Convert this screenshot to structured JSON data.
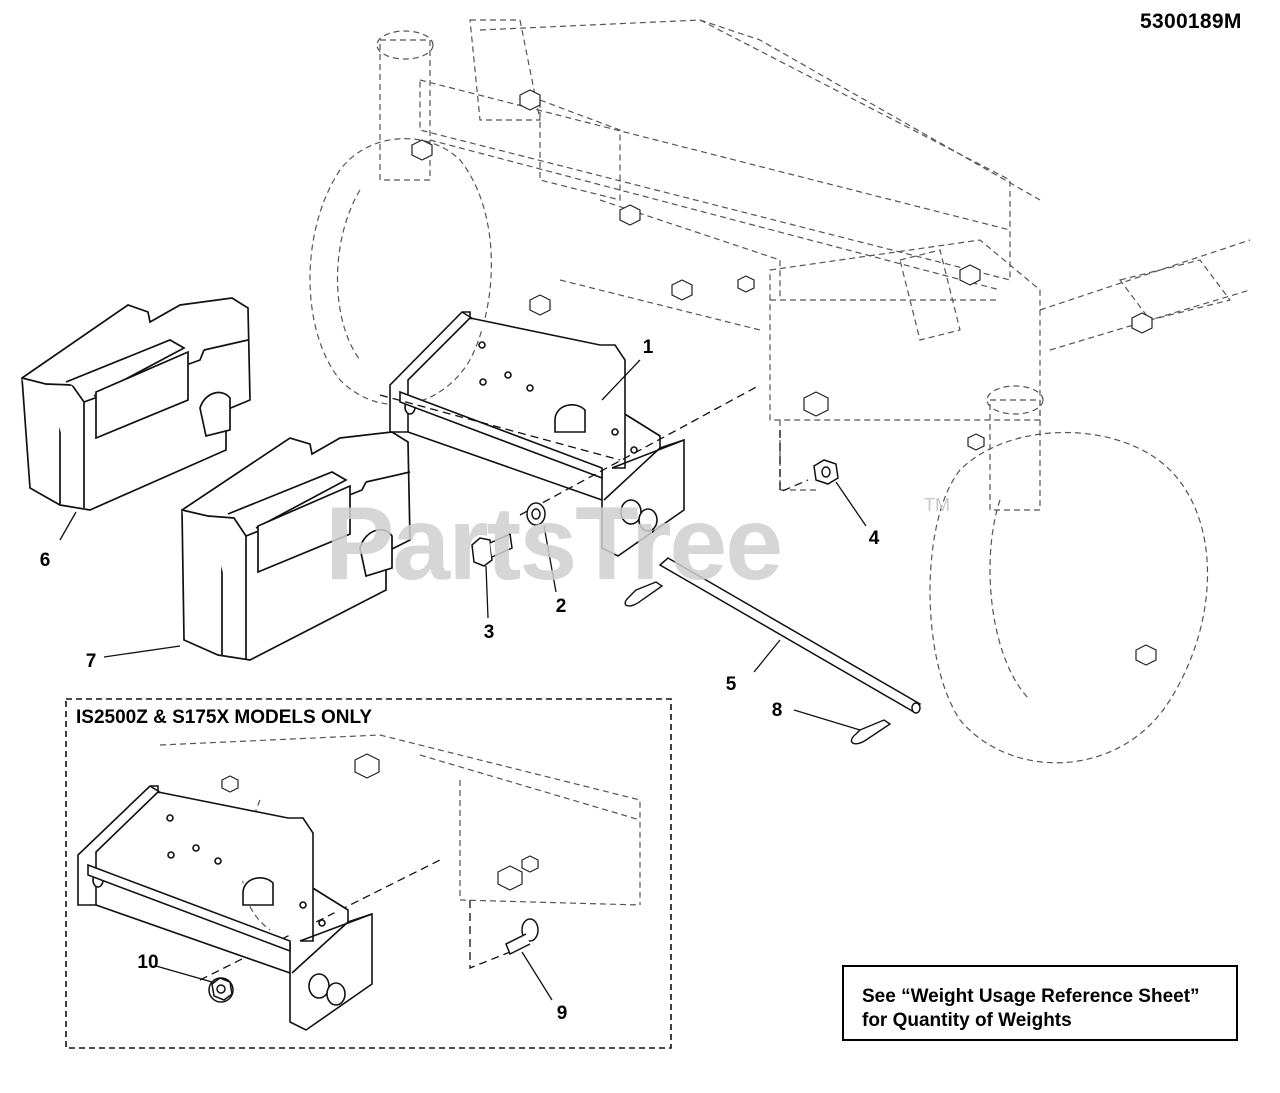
{
  "diagram_id": "5300189M",
  "watermark": {
    "text": "PartsTree",
    "trademark": "TM"
  },
  "inset": {
    "title": "IS2500Z & S175X MODELS ONLY"
  },
  "note": {
    "line1": "See “Weight Usage Reference Sheet”",
    "line2": "for Quantity of Weights"
  },
  "callouts": [
    "1",
    "2",
    "3",
    "4",
    "5",
    "6",
    "7",
    "8",
    "9",
    "10"
  ]
}
